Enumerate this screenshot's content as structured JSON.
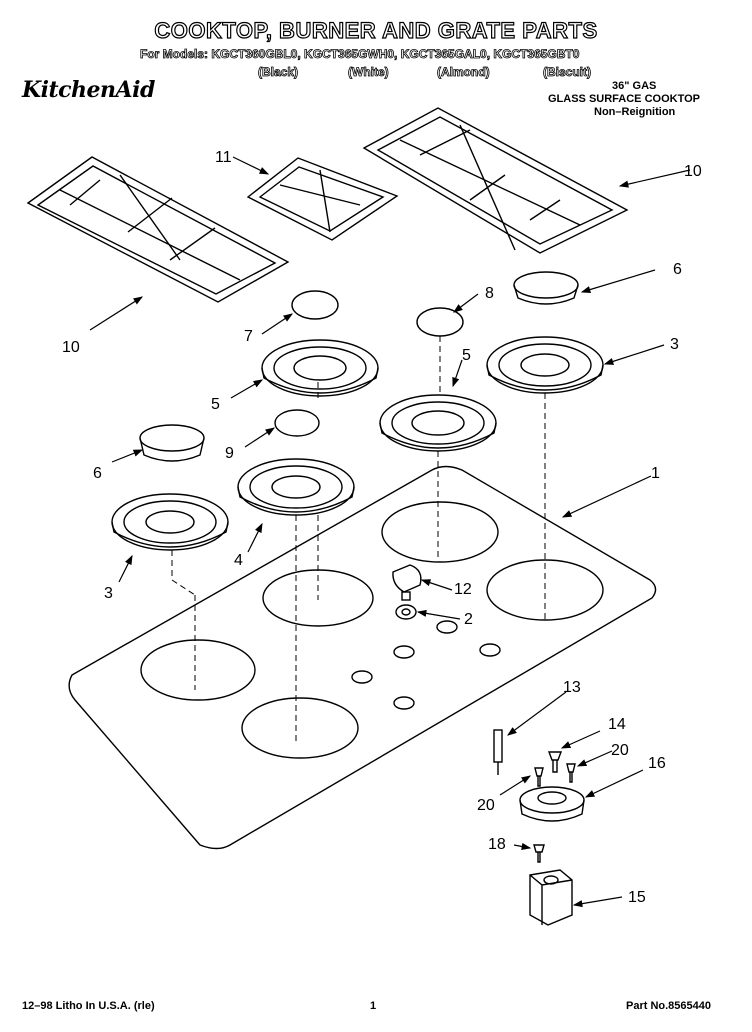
{
  "header": {
    "title": "COOKTOP, BURNER AND GRATE PARTS",
    "models_line": "For Models: KGCT360GBL0, KGCT365GWH0, KGCT365GAL0, KGCT365GBT0",
    "colors": [
      "(Black)",
      "(White)",
      "(Almond)",
      "(Biscuit)"
    ],
    "brand": "KitchenAid",
    "spec_line1": "36\" GAS",
    "spec_line2": "GLASS SURFACE COOKTOP",
    "spec_line3": "Non–Reignition"
  },
  "callouts": {
    "c1": "1",
    "c2": "2",
    "c3a": "3",
    "c3b": "3",
    "c4": "4",
    "c5a": "5",
    "c5b": "5",
    "c6a": "6",
    "c6b": "6",
    "c7": "7",
    "c8": "8",
    "c9": "9",
    "c10a": "10",
    "c10b": "10",
    "c11": "11",
    "c12": "12",
    "c13": "13",
    "c14": "14",
    "c15": "15",
    "c16": "16",
    "c18": "18",
    "c20a": "20",
    "c20b": "20"
  },
  "footer": {
    "left": "12–98 Litho In U.S.A. (rle)",
    "center": "1",
    "right": "Part No.8565440"
  }
}
